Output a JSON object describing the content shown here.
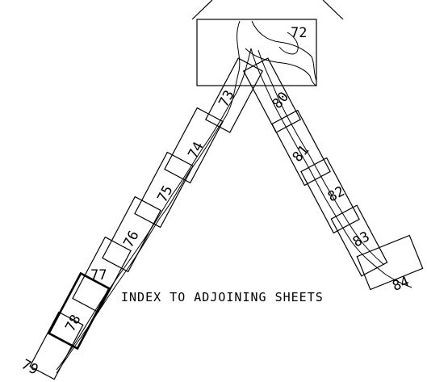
{
  "title": "INDEX TO ADJOINING SHEETS",
  "current_sheet": "78",
  "sheets": {
    "s72": "72",
    "s73": "73",
    "s74": "74",
    "s75": "75",
    "s76": "76",
    "s77": "77",
    "s78": "78",
    "s79": "79",
    "s80": "80",
    "s81": "81",
    "s82": "82",
    "s83": "83",
    "s84": "84"
  },
  "colors": {
    "line": "#000000",
    "background": "#ffffff"
  }
}
